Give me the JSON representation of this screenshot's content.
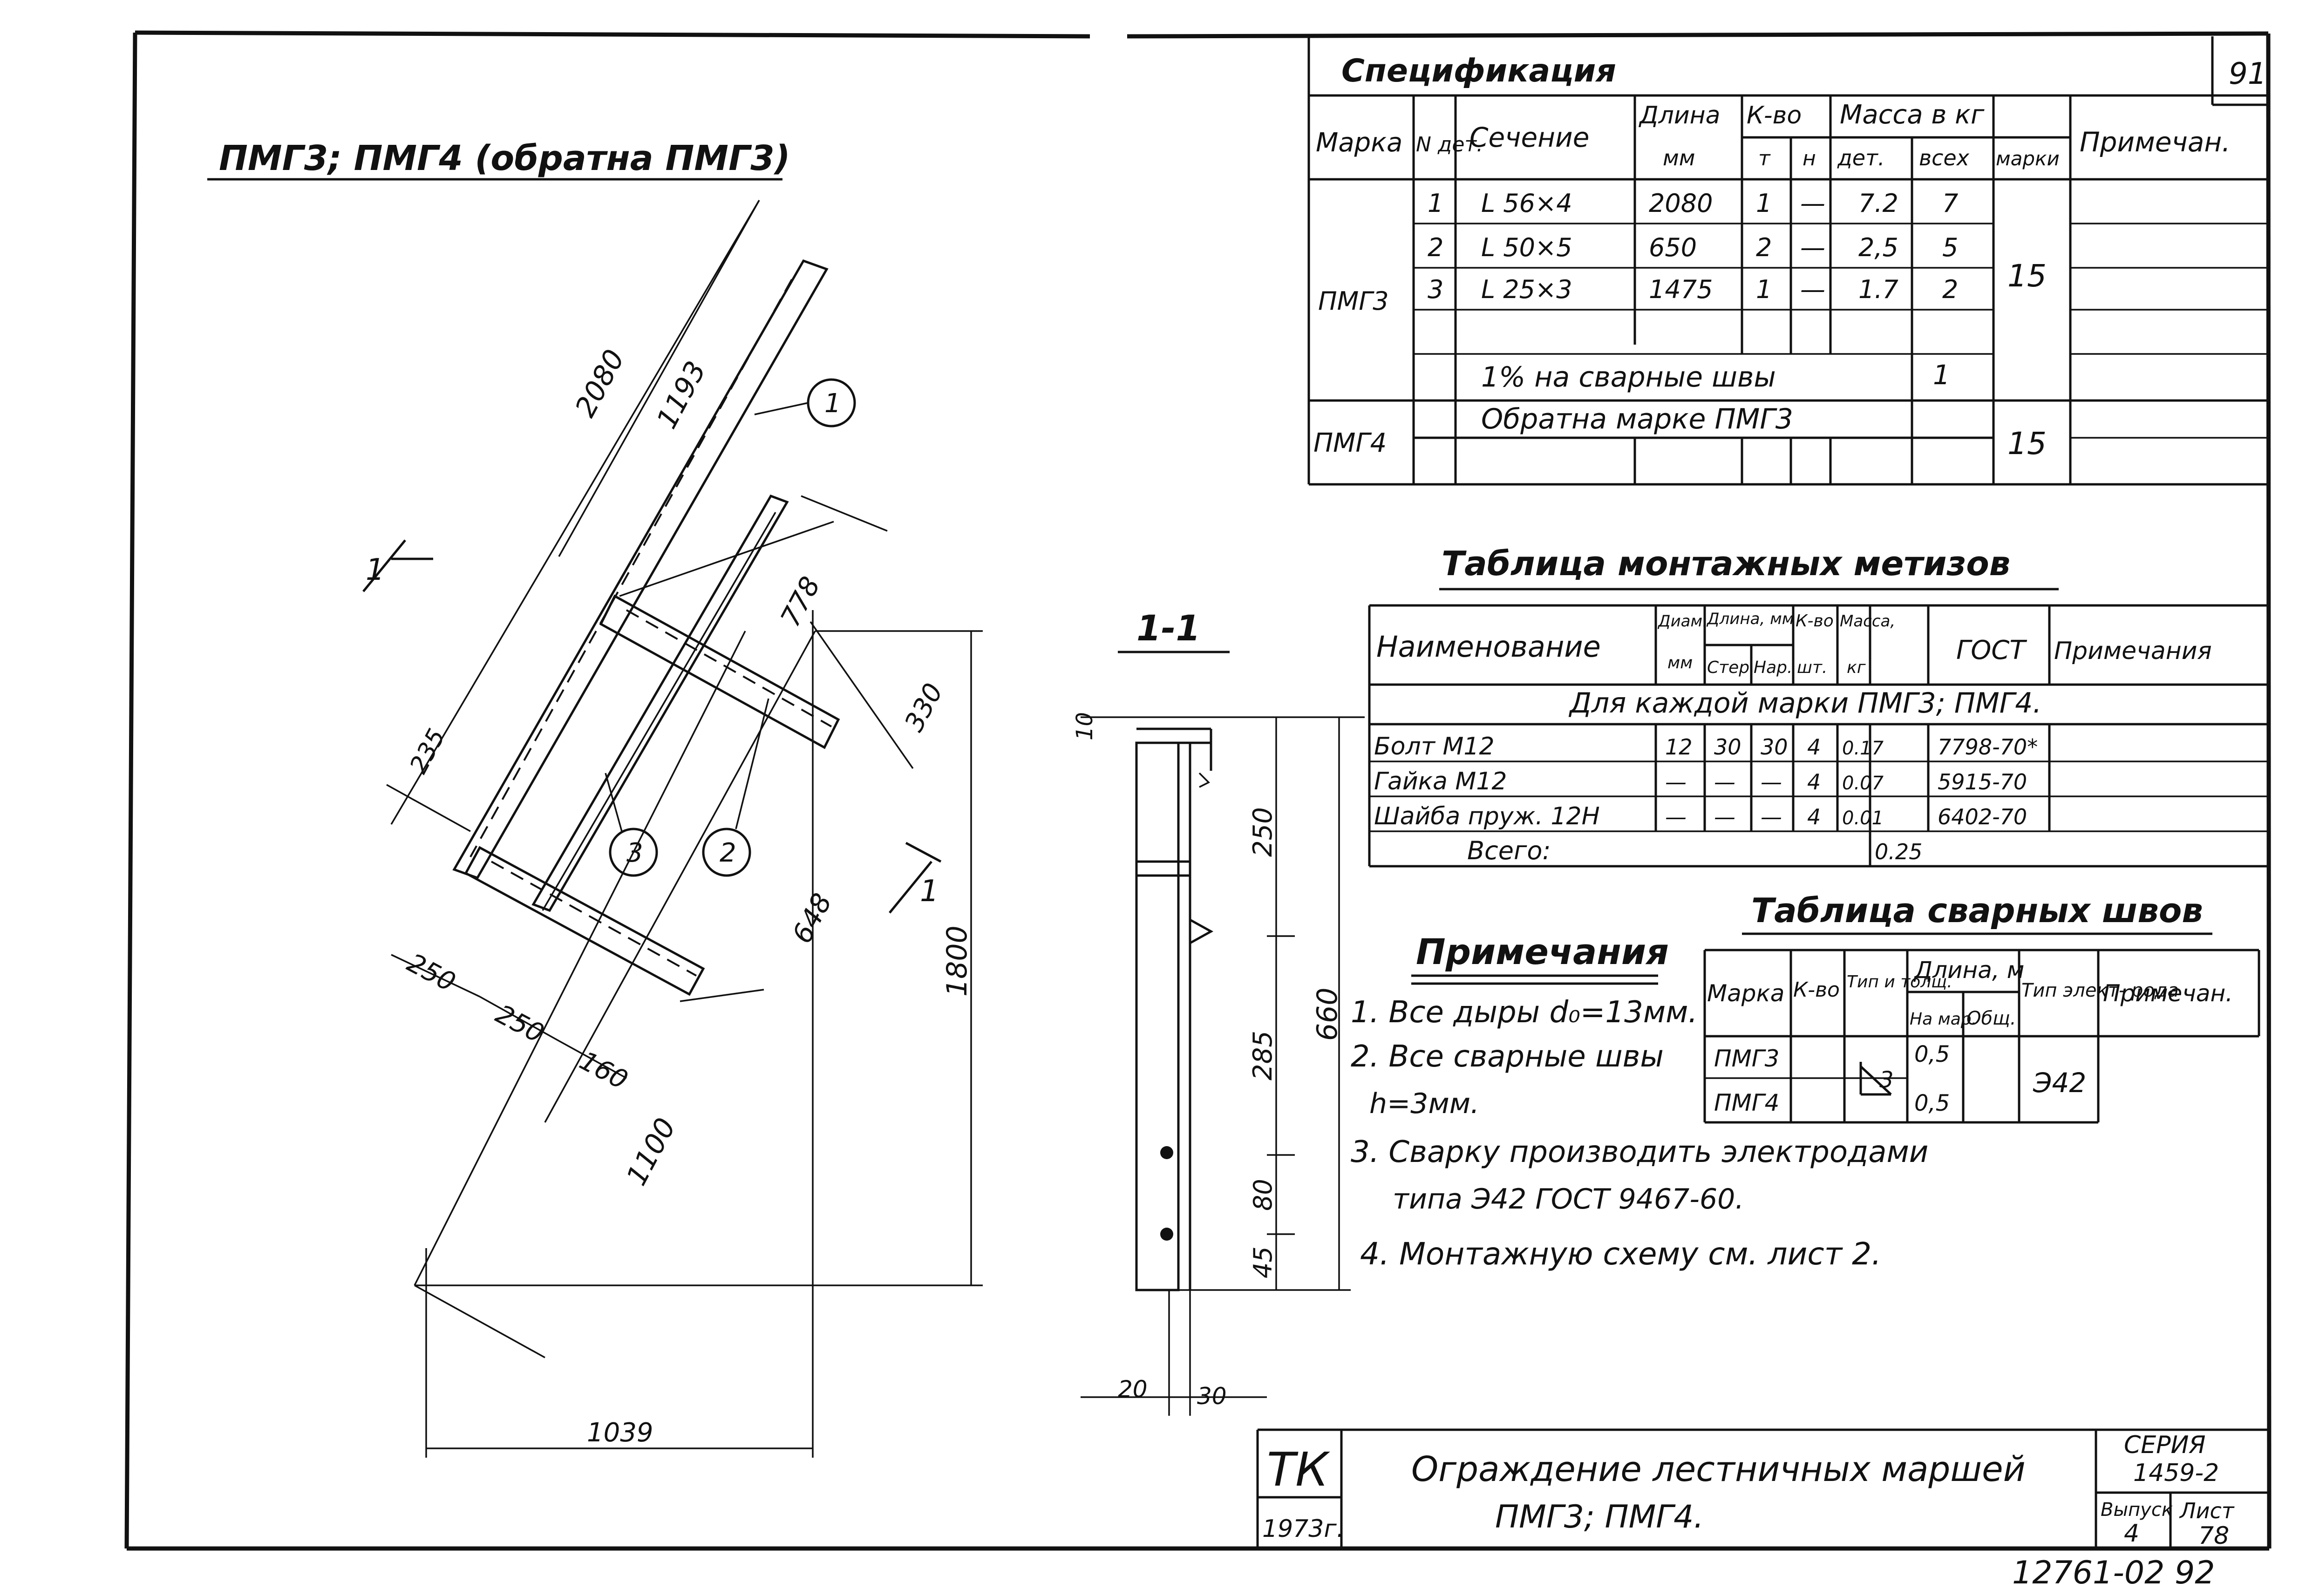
{
  "sheet_number": "91",
  "drawing_title": "ПМГ3; ПМГ4 (обратна ПМГ3)",
  "section_label": "1-1",
  "cut_marker": "1",
  "part_callouts": [
    "1",
    "2",
    "3"
  ],
  "dimensions": {
    "d2080": "2080",
    "d1193": "1193",
    "d778": "778",
    "d330": "330",
    "d235": "235",
    "d250a": "250",
    "d250b": "250",
    "d160": "160",
    "d648": "648",
    "d1100": "1100",
    "d1800": "1800",
    "d1039": "1039",
    "s10": "10",
    "s250": "250",
    "s660": "660",
    "s285": "285",
    "s80": "80",
    "s45": "45",
    "s20": "20",
    "s30": "30"
  },
  "specification": {
    "title": "Спецификация",
    "headers": {
      "mark": "Марка",
      "part_no": "N дет.",
      "section": "Сечение",
      "length": "Длина",
      "length_unit": "мм",
      "qty": "К-во",
      "qty_t": "т",
      "qty_n": "н",
      "mass": "Масса в кг",
      "mass_part": "дет.",
      "mass_all": "всех",
      "mass_mark": "марки",
      "note": "Примечан."
    },
    "rows": [
      {
        "no": "1",
        "section": "L 56×4",
        "length": "2080",
        "t": "1",
        "n": "—",
        "part": "7.2",
        "all": "7"
      },
      {
        "no": "2",
        "section": "L 50×5",
        "length": "650",
        "t": "2",
        "n": "—",
        "part": "2,5",
        "all": "5"
      },
      {
        "no": "3",
        "section": "L 25×3",
        "length": "1475",
        "t": "1",
        "n": "—",
        "part": "1.7",
        "all": "2"
      }
    ],
    "mark1": "ПМГ3",
    "mass_mark1": "15",
    "weld_label": "1% на сварные швы",
    "weld_value": "1",
    "mark2": "ПМГ4",
    "mark2_text": "Обратна марке ПМГ3",
    "mass_mark2": "15"
  },
  "fasteners": {
    "title": "Таблица монтажных метизов",
    "headers": {
      "name": "Наименование",
      "diam": "Диам.",
      "diam_unit": "мм",
      "length": "Длина, мм",
      "rod": "Стер.",
      "thread": "Нар.",
      "qty": "К-во",
      "qty_unit": "шт.",
      "mass": "Масса,",
      "mass_unit": "кг",
      "gost": "ГОСТ",
      "note": "Примечания"
    },
    "group_label": "Для каждой марки ПМГ3; ПМГ4.",
    "rows": [
      {
        "name": "Болт М12",
        "diam": "12",
        "rod": "30",
        "thread": "30",
        "qty": "4",
        "mass": "0.17",
        "gost": "7798-70*"
      },
      {
        "name": "Гайка М12",
        "diam": "—",
        "rod": "—",
        "thread": "—",
        "qty": "4",
        "mass": "0.07",
        "gost": "5915-70"
      },
      {
        "name": "Шайба пруж. 12Н",
        "diam": "—",
        "rod": "—",
        "thread": "—",
        "qty": "4",
        "mass": "0.01",
        "gost": "6402-70"
      }
    ],
    "total_label": "Всего:",
    "total_mass": "0.25"
  },
  "welds": {
    "title": "Таблица сварных швов",
    "headers": {
      "mark": "Марка",
      "qty": "К-во",
      "type": "Тип и толщ.",
      "length": "Длина, м",
      "per_mark": "На мар.",
      "total": "Общ.",
      "electrode": "Тип элект- рода",
      "note": "Примечан."
    },
    "mark1": "ПМГ3",
    "mark2": "ПМГ4",
    "type_value": "3",
    "len1": "0,5",
    "len2": "0,5",
    "electrode": "Э42"
  },
  "notes": {
    "title": "Примечания",
    "items": [
      "1. Все дыры d₀=13мм.",
      "2. Все сварные швы",
      "h=3мм.",
      "3. Сварку производить электродами",
      "типа Э42 ГОСТ 9467-60.",
      "4. Монтажную схему см. лист 2."
    ]
  },
  "title_block": {
    "org": "ТК",
    "year": "1973г.",
    "title_line1": "Ограждение лестничных маршей",
    "title_line2": "ПМГ3; ПМГ4.",
    "series_label": "СЕРИЯ",
    "series_value": "1459-2",
    "issue_label": "Выпуск",
    "issue_value": "4",
    "sheet_label": "Лист",
    "sheet_value": "78"
  },
  "archive_number": "12761-02 92"
}
